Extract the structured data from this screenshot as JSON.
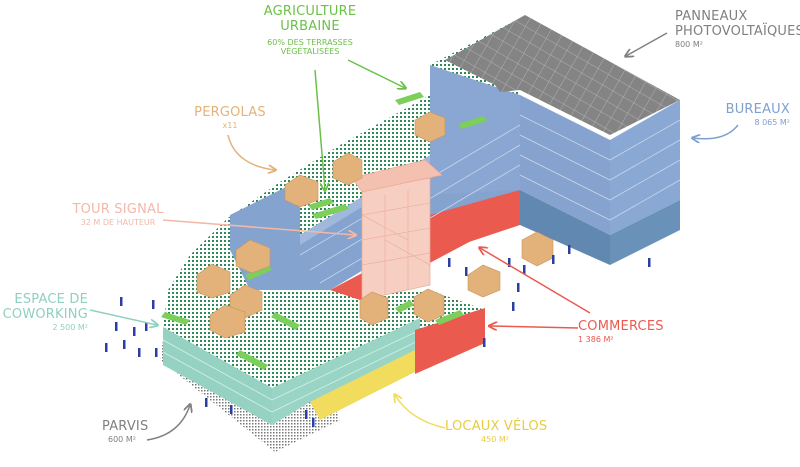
{
  "colors": {
    "agriculture": "#6cc04a",
    "photovoltaic": "#808080",
    "offices": "#7f9fcf",
    "offices_dark": "#5f86ad",
    "pergolas": "#e2b27a",
    "tower": "#f4c4b4",
    "coworking": "#95d2c2",
    "commerce": "#ea5a4f",
    "bike": "#f2dc5e",
    "forecourt": "#8a8a8a",
    "people": "#2a3fa0"
  },
  "labels": {
    "agriculture": {
      "title_line1": "AGRICULTURE",
      "title_line2": "URBAINE",
      "detail_line1": "60% DES TERRASSES",
      "detail_line2": "VÉGÉTALISÉES"
    },
    "photovoltaic": {
      "title_line1": "PANNEAUX",
      "title_line2": "PHOTOVOLTAÏQUES",
      "detail": "800 M²"
    },
    "offices": {
      "title": "BUREAUX",
      "detail": "8 065 M²"
    },
    "pergolas": {
      "title": "PERGOLAS",
      "detail": "x11"
    },
    "tower": {
      "title": "TOUR SIGNAL",
      "detail": "32 M DE HAUTEUR"
    },
    "coworking": {
      "title_line1": "ESPACE DE",
      "title_line2": "COWORKING",
      "detail": "2 500 M²"
    },
    "commerce": {
      "title": "COMMERCES",
      "detail": "1 386 M²"
    },
    "forecourt": {
      "title": "PARVIS",
      "detail": "600 M²"
    },
    "bike": {
      "title": "LOCAUX VÉLOS",
      "detail": "450 M²"
    }
  }
}
